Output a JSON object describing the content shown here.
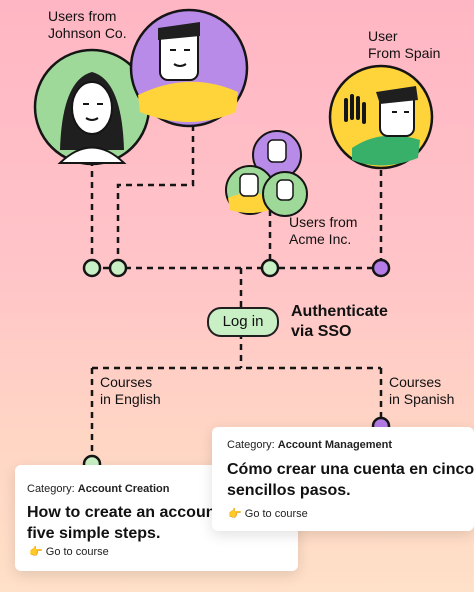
{
  "labels": {
    "johnson": "Users from\nJohnson Co.",
    "spain": "User\nFrom Spain",
    "acme": "Users from\nAcme Inc.",
    "authenticate": "Authenticate\nvia SSO",
    "courses_en": "Courses\nin English",
    "courses_es": "Courses\nin Spanish"
  },
  "login_button": "Log in",
  "cards": {
    "english": {
      "category_prefix": "Category:",
      "category": "Account Creation",
      "title": "How to create an accoun\nfive simple steps.",
      "link_icon": "👉",
      "link": "Go to course"
    },
    "spanish": {
      "category_prefix": "Category:",
      "category": "Account Management",
      "title": "Cómo crear una cuenta en cinco\nsencillos pasos.",
      "link_icon": "👉",
      "link": "Go to course"
    }
  },
  "colors": {
    "node_green": "#c9efc4",
    "node_purple": "#b57be6",
    "avatar_green": "#9fd99a",
    "avatar_purple": "#b98be8",
    "avatar_yellow": "#ffd43a"
  }
}
